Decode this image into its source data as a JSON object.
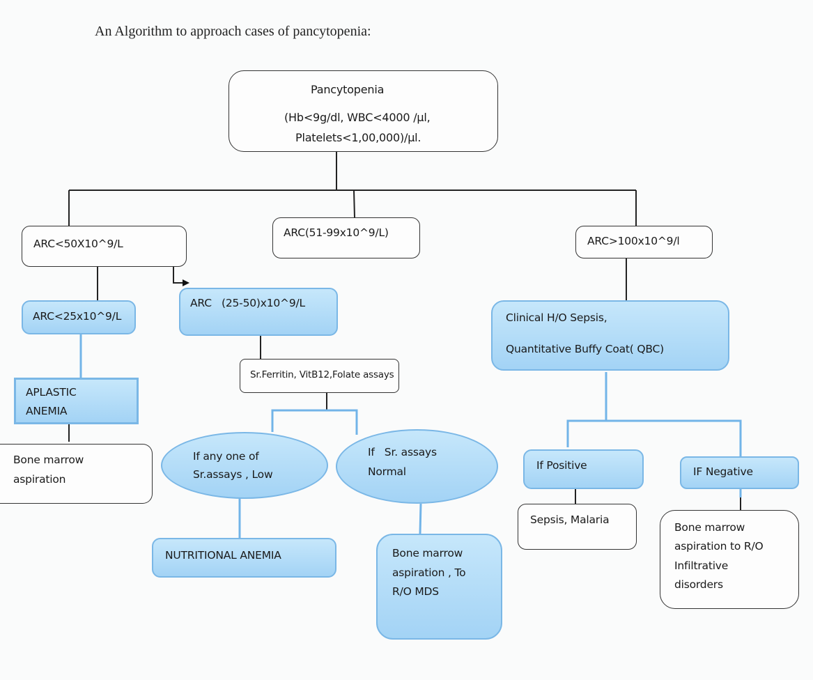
{
  "heading": "An Algorithm to approach cases of pancytopenia:",
  "colors": {
    "line_dark": "#222222",
    "line_blue": "#72b4e8",
    "box_blue_top": "#c6e7fb",
    "box_blue_bottom": "#a3d3f5",
    "box_blue_border": "#7ab7e6"
  },
  "nodes": {
    "root": {
      "title": "Pancytopenia",
      "line1": "(Hb<9g/dl, WBC<4000 /µl,",
      "line2": "Platelets<1,00,000)/µl."
    },
    "arc_low": {
      "label": "ARC<50X10^9/L"
    },
    "arc_mid": {
      "label": "ARC(51-99x10^9/L)"
    },
    "arc_high": {
      "label": "ARC>100x10^9/l"
    },
    "arc_very_low": {
      "label": "ARC<25x10^9/L"
    },
    "arc_25_50": {
      "label": "ARC   (25-50)x10^9/L"
    },
    "aplastic_anemia": {
      "line1": "APLASTIC",
      "line2": "ANEMIA"
    },
    "bm_aspiration_left": {
      "line1": "Bone marrow",
      "line2": "aspiration"
    },
    "serum_assays": {
      "label": "Sr.Ferritin, VitB12,Folate assays"
    },
    "assays_low": {
      "line1": "If any one of",
      "line2": "Sr.assays , Low"
    },
    "assays_normal": {
      "line1": "If   Sr. assays",
      "line2": "Normal"
    },
    "nutritional_anemia": {
      "label": "NUTRITIONAL ANEMIA"
    },
    "bm_aspiration_mds": {
      "line1": "Bone marrow",
      "line2": "aspiration , To",
      "line3": "R/O MDS"
    },
    "sepsis_qbc": {
      "line1": "Clinical H/O Sepsis,",
      "line2": "Quantitative Buffy Coat( QBC)"
    },
    "if_positive": {
      "label": "If Positive"
    },
    "if_negative": {
      "label": "IF Negative"
    },
    "sepsis_malaria": {
      "label": "Sepsis, Malaria"
    },
    "bm_aspiration_infiltrative": {
      "line1": "Bone marrow",
      "line2": "aspiration to R/O",
      "line3": "Infiltrative",
      "line4": "disorders"
    }
  }
}
